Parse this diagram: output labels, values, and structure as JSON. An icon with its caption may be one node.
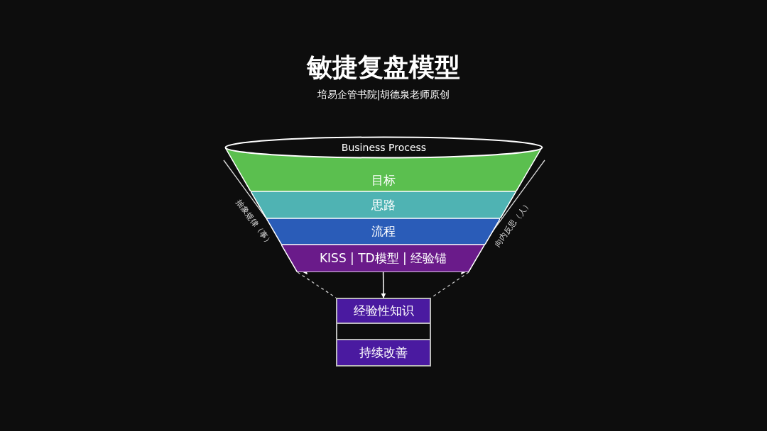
{
  "diagram": {
    "title": "敏捷复盘模型",
    "nodes": [
      {
        "text": [
          "Business Process"
        ]
      },
      {
        "text": [
          "目标"
        ]
      },
      {
        "text": [
          "思路"
        ]
      },
      {
        "text": [
          "流程"
        ]
      },
      {
        "text": [
          "KISS | TD模型 | 经验锚"
        ]
      },
      {
        "text": [],
        "shape": "box"
      },
      {
        "text": [
          "经验性知识"
        ],
        "in": 5
      },
      {
        "text": [
          "持续改善"
        ],
        "in": 5
      }
    ],
    "edges": [
      {
        "from": 4,
        "to": 5,
        "arrow": "to"
      }
    ],
    "labels": [
      "培易企管书院|胡德泉老师原创",
      "抽象规律（事）",
      "向内反思（人）"
    ]
  }
}
